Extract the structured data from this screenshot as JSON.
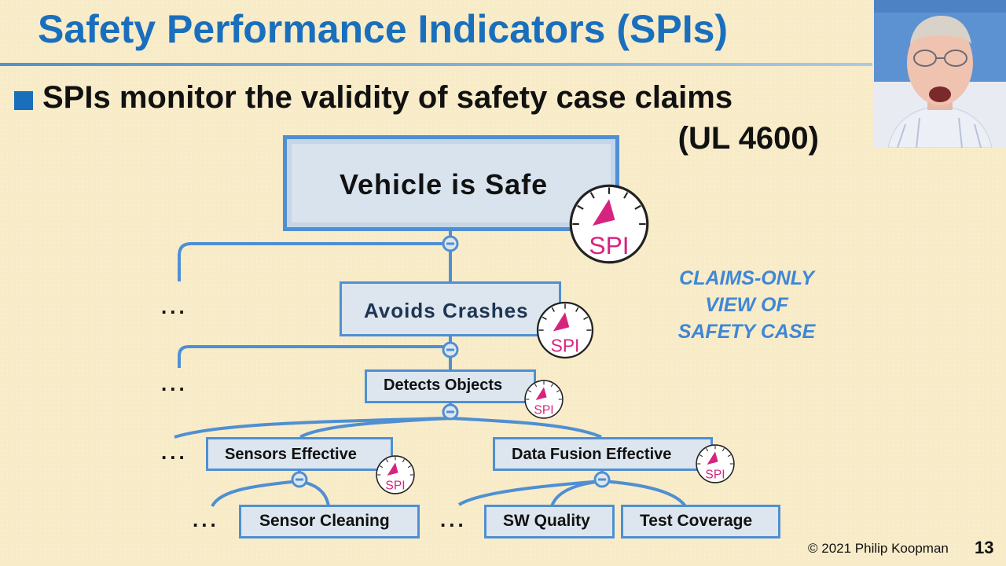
{
  "slide": {
    "title": "Safety Performance Indicators (SPIs)",
    "bullet": "SPIs monitor the validity of safety case claims",
    "reference": "(UL 4600)",
    "note": [
      "CLAIMS-ONLY",
      "VIEW OF",
      "SAFETY CASE"
    ],
    "footer": "© 2021 Philip Koopman",
    "page_number": "13"
  },
  "diagram": {
    "nodes": {
      "vehicle_is_safe": "Vehicle is Safe",
      "avoids_crashes": "Avoids Crashes",
      "detects_objects": "Detects Objects",
      "sensors_effective": "Sensors Effective",
      "data_fusion_effective": "Data Fusion Effective",
      "sensor_cleaning": "Sensor Cleaning",
      "sw_quality": "SW Quality",
      "test_coverage": "Test Coverage"
    },
    "ellipsis": "...",
    "spi_label": "SPI"
  },
  "colors": {
    "title": "#1a6fbd",
    "box_border": "#4f8fd3",
    "box_fill": "#dde6ef",
    "connector": "#4f8fd3",
    "spi": "#d6247e",
    "note": "#3f87d6",
    "background": "#f8ebc8"
  }
}
